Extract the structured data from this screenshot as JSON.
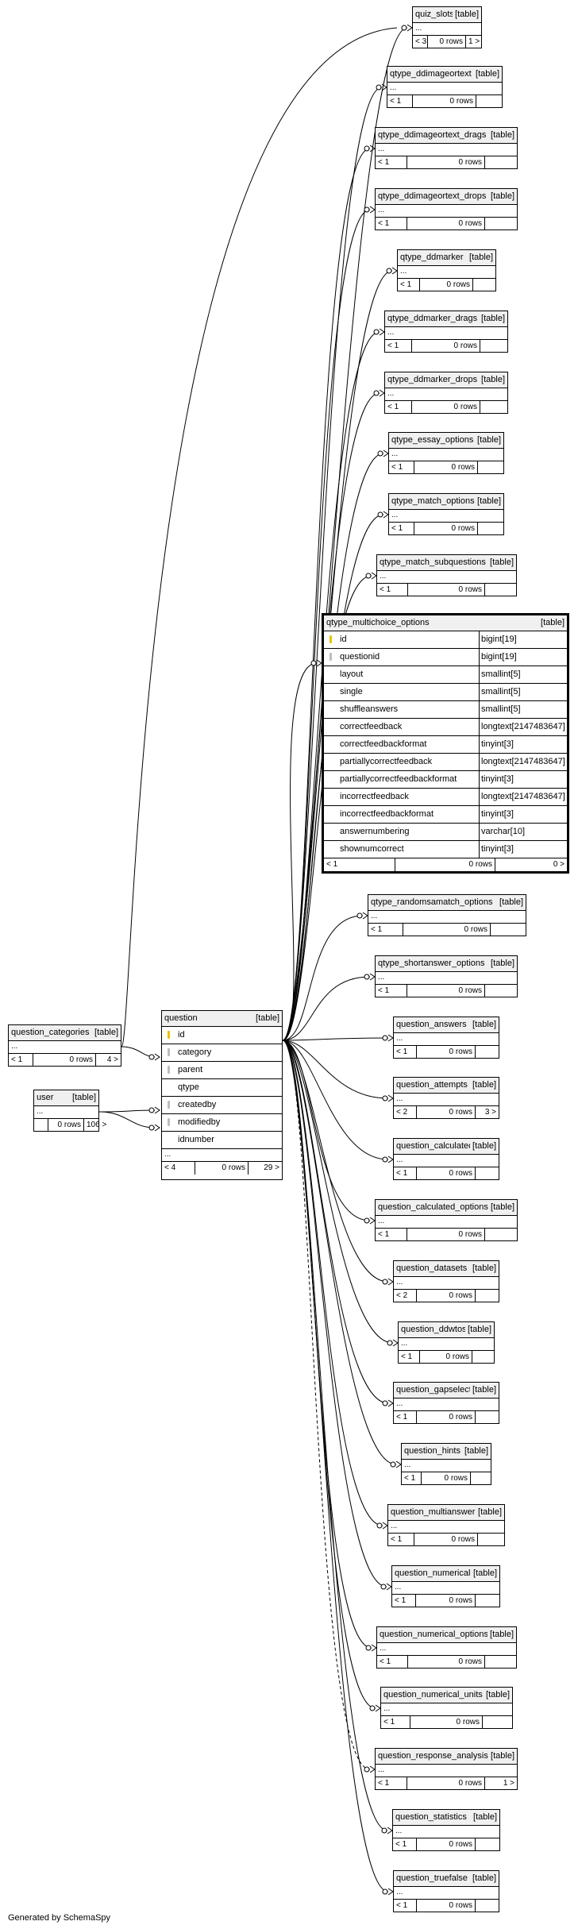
{
  "footer": "Generated by SchemaSpy",
  "table_type": "[table]",
  "focus_table": {
    "name": "qtype_multichoice_options",
    "columns": [
      {
        "name": "id",
        "type": "bigint[19]",
        "key": "pk"
      },
      {
        "name": "questionid",
        "type": "bigint[19]",
        "key": "fk"
      },
      {
        "name": "layout",
        "type": "smallint[5]",
        "key": ""
      },
      {
        "name": "single",
        "type": "smallint[5]",
        "key": ""
      },
      {
        "name": "shuffleanswers",
        "type": "smallint[5]",
        "key": ""
      },
      {
        "name": "correctfeedback",
        "type": "longtext[2147483647]",
        "key": ""
      },
      {
        "name": "correctfeedbackformat",
        "type": "tinyint[3]",
        "key": ""
      },
      {
        "name": "partiallycorrectfeedback",
        "type": "longtext[2147483647]",
        "key": ""
      },
      {
        "name": "partiallycorrectfeedbackformat",
        "type": "tinyint[3]",
        "key": ""
      },
      {
        "name": "incorrectfeedback",
        "type": "longtext[2147483647]",
        "key": ""
      },
      {
        "name": "incorrectfeedbackformat",
        "type": "tinyint[3]",
        "key": ""
      },
      {
        "name": "answernumbering",
        "type": "varchar[10]",
        "key": ""
      },
      {
        "name": "shownumcorrect",
        "type": "tinyint[3]",
        "key": ""
      }
    ],
    "footer": {
      "parents": "< 1",
      "rows": "0 rows",
      "children": "0 >"
    }
  },
  "question": {
    "name": "question",
    "columns": [
      {
        "name": "id",
        "key": "pk"
      },
      {
        "name": "category",
        "key": "fk"
      },
      {
        "name": "parent",
        "key": "fk"
      },
      {
        "name": "qtype",
        "key": ""
      },
      {
        "name": "createdby",
        "key": "fk"
      },
      {
        "name": "modifiedby",
        "key": "fk"
      },
      {
        "name": "idnumber",
        "key": ""
      }
    ],
    "ellipsis": "...",
    "footer": {
      "parents": "< 4",
      "rows": "0 rows",
      "children": "29 >"
    }
  },
  "tables": [
    {
      "name": "quiz_slots",
      "ellipsis": "...",
      "f1": "< 3",
      "f2": "0 rows",
      "f3": "1 >"
    },
    {
      "name": "qtype_ddimageortext",
      "ellipsis": "...",
      "f1": "< 1",
      "f2": "0 rows",
      "f3": ""
    },
    {
      "name": "qtype_ddimageortext_drags",
      "ellipsis": "...",
      "f1": "< 1",
      "f2": "0 rows",
      "f3": ""
    },
    {
      "name": "qtype_ddimageortext_drops",
      "ellipsis": "...",
      "f1": "< 1",
      "f2": "0 rows",
      "f3": ""
    },
    {
      "name": "qtype_ddmarker",
      "ellipsis": "...",
      "f1": "< 1",
      "f2": "0 rows",
      "f3": ""
    },
    {
      "name": "qtype_ddmarker_drags",
      "ellipsis": "...",
      "f1": "< 1",
      "f2": "0 rows",
      "f3": ""
    },
    {
      "name": "qtype_ddmarker_drops",
      "ellipsis": "...",
      "f1": "< 1",
      "f2": "0 rows",
      "f3": ""
    },
    {
      "name": "qtype_essay_options",
      "ellipsis": "...",
      "f1": "< 1",
      "f2": "0 rows",
      "f3": ""
    },
    {
      "name": "qtype_match_options",
      "ellipsis": "...",
      "f1": "< 1",
      "f2": "0 rows",
      "f3": ""
    },
    {
      "name": "qtype_match_subquestions",
      "ellipsis": "...",
      "f1": "< 1",
      "f2": "0 rows",
      "f3": ""
    },
    {
      "name": "qtype_randomsamatch_options",
      "ellipsis": "...",
      "f1": "< 1",
      "f2": "0 rows",
      "f3": ""
    },
    {
      "name": "qtype_shortanswer_options",
      "ellipsis": "...",
      "f1": "< 1",
      "f2": "0 rows",
      "f3": ""
    },
    {
      "name": "question_answers",
      "ellipsis": "...",
      "f1": "< 1",
      "f2": "0 rows",
      "f3": ""
    },
    {
      "name": "question_attempts",
      "ellipsis": "...",
      "f1": "< 2",
      "f2": "0 rows",
      "f3": "3 >"
    },
    {
      "name": "question_calculated",
      "ellipsis": "...",
      "f1": "< 1",
      "f2": "0 rows",
      "f3": ""
    },
    {
      "name": "question_calculated_options",
      "ellipsis": "...",
      "f1": "< 1",
      "f2": "0 rows",
      "f3": ""
    },
    {
      "name": "question_datasets",
      "ellipsis": "...",
      "f1": "< 2",
      "f2": "0 rows",
      "f3": ""
    },
    {
      "name": "question_ddwtos",
      "ellipsis": "...",
      "f1": "< 1",
      "f2": "0 rows",
      "f3": ""
    },
    {
      "name": "question_gapselect",
      "ellipsis": "...",
      "f1": "< 1",
      "f2": "0 rows",
      "f3": ""
    },
    {
      "name": "question_hints",
      "ellipsis": "...",
      "f1": "< 1",
      "f2": "0 rows",
      "f3": ""
    },
    {
      "name": "question_multianswer",
      "ellipsis": "...",
      "f1": "< 1",
      "f2": "0 rows",
      "f3": ""
    },
    {
      "name": "question_numerical",
      "ellipsis": "...",
      "f1": "< 1",
      "f2": "0 rows",
      "f3": ""
    },
    {
      "name": "question_numerical_options",
      "ellipsis": "...",
      "f1": "< 1",
      "f2": "0 rows",
      "f3": ""
    },
    {
      "name": "question_numerical_units",
      "ellipsis": "...",
      "f1": "< 1",
      "f2": "0 rows",
      "f3": ""
    },
    {
      "name": "question_response_analysis",
      "ellipsis": "...",
      "f1": "< 1",
      "f2": "0 rows",
      "f3": "1 >"
    },
    {
      "name": "question_statistics",
      "ellipsis": "...",
      "f1": "< 1",
      "f2": "0 rows",
      "f3": ""
    },
    {
      "name": "question_truefalse",
      "ellipsis": "...",
      "f1": "< 1",
      "f2": "0 rows",
      "f3": ""
    },
    {
      "name": "question_categories",
      "ellipsis": "...",
      "f1": "< 1",
      "f2": "0 rows",
      "f3": "4 >"
    },
    {
      "name": "user",
      "ellipsis": "...",
      "f1": "",
      "f2": "0 rows",
      "f3": "106 >"
    }
  ]
}
